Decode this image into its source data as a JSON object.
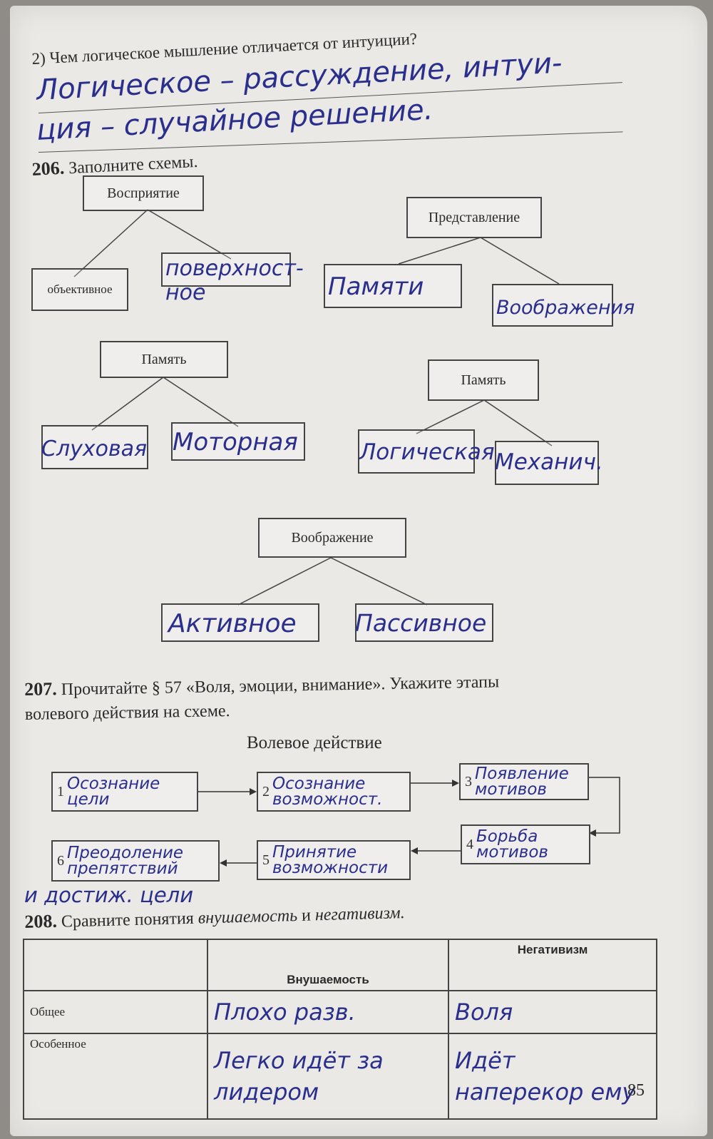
{
  "q2": {
    "question": "2) Чем логическое мышление отличается от интуиции?",
    "answer_line1": "Логическое – рассуждение, интуи-",
    "answer_line2": "ция – случайное решение."
  },
  "ex206": {
    "number": "206.",
    "title": "Заполните схемы.",
    "perception": {
      "root": "Восприятие",
      "left": "объективное",
      "right": "поверхност-ное"
    },
    "representation": {
      "root": "Представление",
      "left": "Памяти",
      "right": "Воображения"
    },
    "memory1": {
      "root": "Память",
      "left": "Слуховая",
      "right": "Моторная"
    },
    "memory2": {
      "root": "Память",
      "left": "Логическая",
      "right": "Механич."
    },
    "imagination": {
      "root": "Воображение",
      "left": "Активное",
      "right": "Пассивное"
    }
  },
  "ex207": {
    "number": "207.",
    "text_line1": "Прочитайте § 57 «Воля, эмоции, внимание». Укажите этапы",
    "text_line2": "волевого действия на схеме.",
    "diagram_title": "Волевое действие",
    "steps": [
      {
        "n": "1",
        "text": "Осознание цели"
      },
      {
        "n": "2",
        "text": "Осознание возможност."
      },
      {
        "n": "3",
        "text": "Появление мотивов"
      },
      {
        "n": "4",
        "text": "Борьба мотивов"
      },
      {
        "n": "5",
        "text": "Принятие возможности"
      },
      {
        "n": "6",
        "text": "Преодоление препятствий"
      }
    ],
    "step6_extra": "и достиж. цели"
  },
  "ex208": {
    "number": "208.",
    "text_prefix": "Сравните понятия",
    "term1": "внушаемость",
    "conj": "и",
    "term2": "негативизм.",
    "col1": "Внушаемость",
    "col2": "Негативизм",
    "row1_label": "Общее",
    "row2_label": "Особенное",
    "cell_v_general": "Плохо разв.",
    "cell_n_general": "Воля",
    "cell_v_special": "Легко идёт за лидером",
    "cell_n_special": "Идёт наперекор ему"
  },
  "page_number": "85"
}
